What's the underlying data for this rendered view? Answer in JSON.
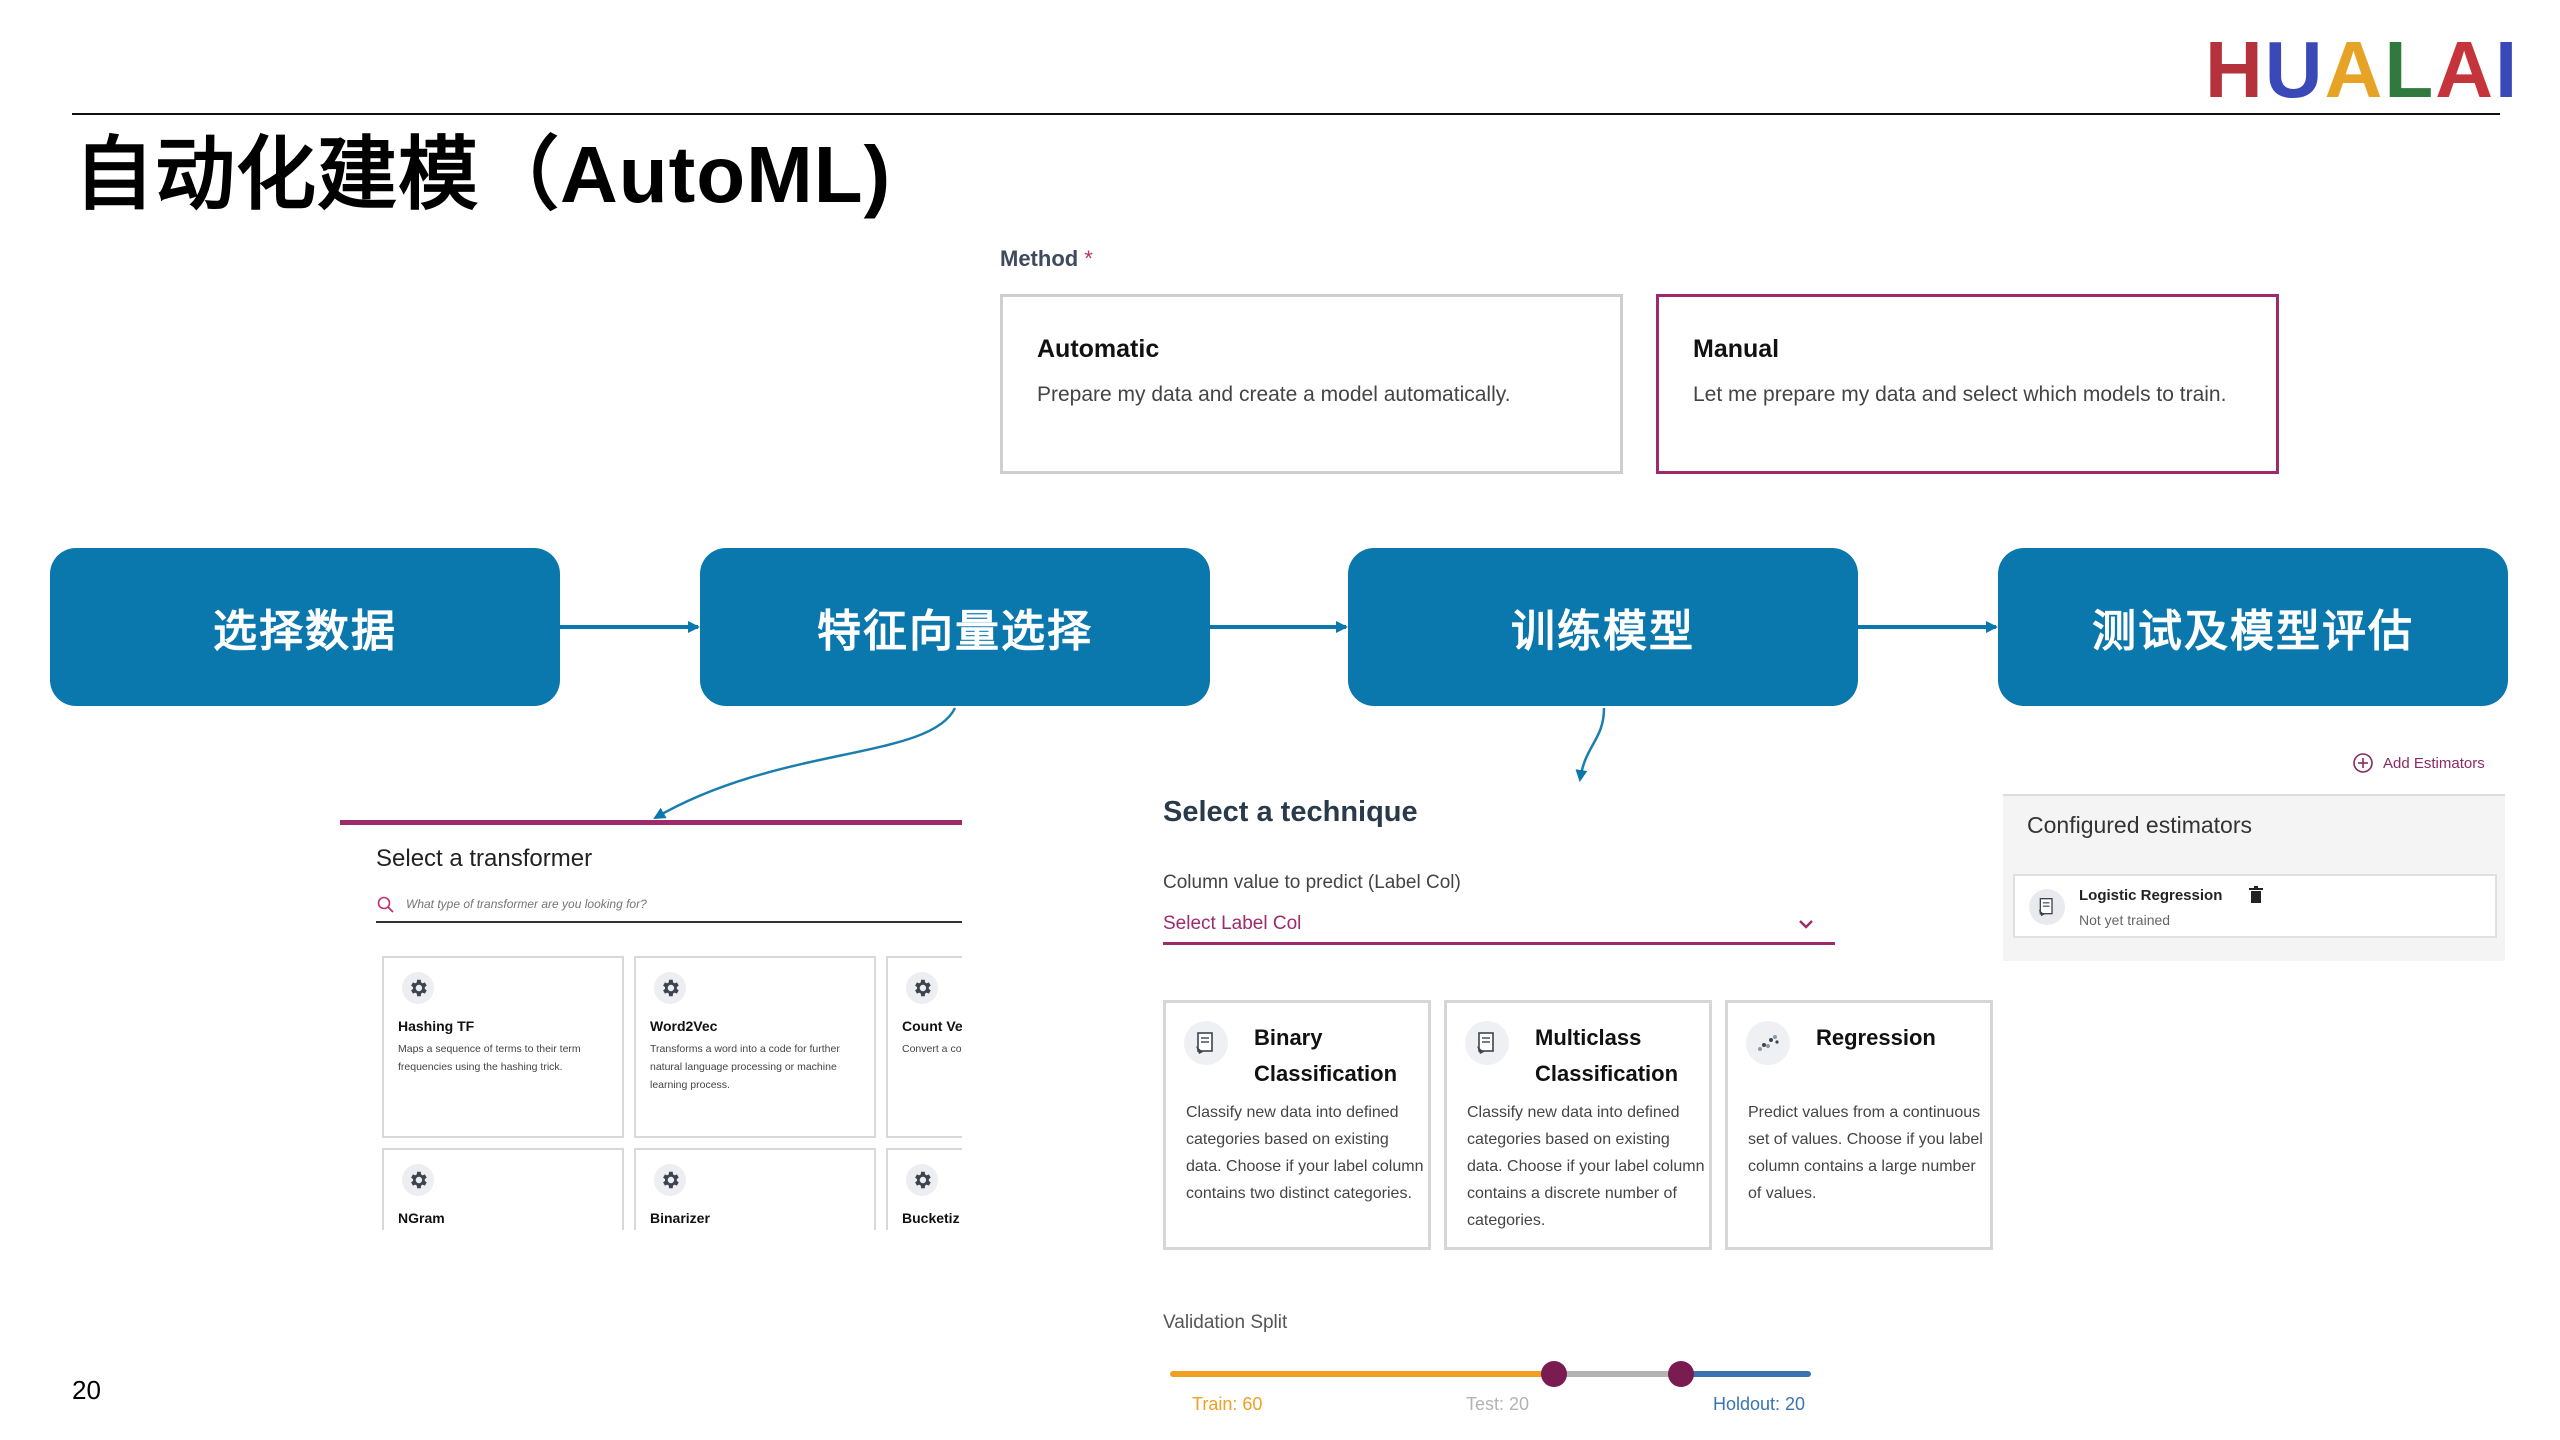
{
  "header": {
    "logo": [
      {
        "char": "H",
        "color": "#b5323c"
      },
      {
        "char": "U",
        "color": "#3a49b8"
      },
      {
        "char": "A",
        "color": "#e7a326"
      },
      {
        "char": "L",
        "color": "#2f7a3c"
      },
      {
        "char": "A",
        "color": "#c5343a"
      },
      {
        "char": "I",
        "color": "#3a49b8"
      }
    ],
    "title": "自动化建模（AutoML)",
    "page_number": "20"
  },
  "method": {
    "label": "Method",
    "required_mark": "*",
    "options": [
      {
        "title": "Automatic",
        "description": "Prepare my data and create a model automatically.",
        "selected": false
      },
      {
        "title": "Manual",
        "description": "Let me prepare my data and select which models to train.",
        "selected": true
      }
    ]
  },
  "process": {
    "steps": [
      "选择数据",
      "特征向量选择",
      "训练模型",
      "测试及模型评估"
    ],
    "color": "#0a77ad"
  },
  "transformer_panel": {
    "title": "Select a transformer",
    "search_placeholder": "What type of transformer are you looking for?",
    "cards": [
      {
        "name": "Hashing TF",
        "description": "Maps a sequence of terms to their term frequencies using the hashing trick."
      },
      {
        "name": "Word2Vec",
        "description": "Transforms a word into a code for further natural language processing or machine learning process."
      },
      {
        "name": "Count Ve",
        "description": "Convert a col matrix of wor"
      },
      {
        "name": "NGram",
        "description": ""
      },
      {
        "name": "Binarizer",
        "description": ""
      },
      {
        "name": "Bucketiz",
        "description": ""
      }
    ]
  },
  "technique_panel": {
    "title": "Select a technique",
    "label_col_label": "Column value to predict (Label Col)",
    "label_col_value": "Select Label Col",
    "techniques": [
      {
        "title": "Binary Classification",
        "description": "Classify new data into defined categories based on existing data. Choose if your label column contains two distinct categories.",
        "icon": "document-icon"
      },
      {
        "title": "Multiclass Classification",
        "description": "Classify new data into defined categories based on existing data. Choose if your label column contains a discrete number of categories.",
        "icon": "document-icon"
      },
      {
        "title": "Regression",
        "description": "Predict values from a continuous set of values. Choose if you label column contains a large number of values.",
        "icon": "scatter-icon"
      }
    ],
    "validation_split": {
      "label": "Validation Split",
      "train": 60,
      "test": 20,
      "holdout": 20,
      "train_label": "Train: 60",
      "test_label": "Test: 20",
      "holdout_label": "Holdout: 20",
      "colors": {
        "train": "#f0a020",
        "test": "#b3b3b3",
        "holdout": "#3a73b3",
        "handle": "#7a1b52"
      }
    }
  },
  "estimators_panel": {
    "add_label": "Add Estimators",
    "title": "Configured estimators",
    "items": [
      {
        "name": "Logistic Regression",
        "status": "Not yet trained"
      }
    ]
  }
}
